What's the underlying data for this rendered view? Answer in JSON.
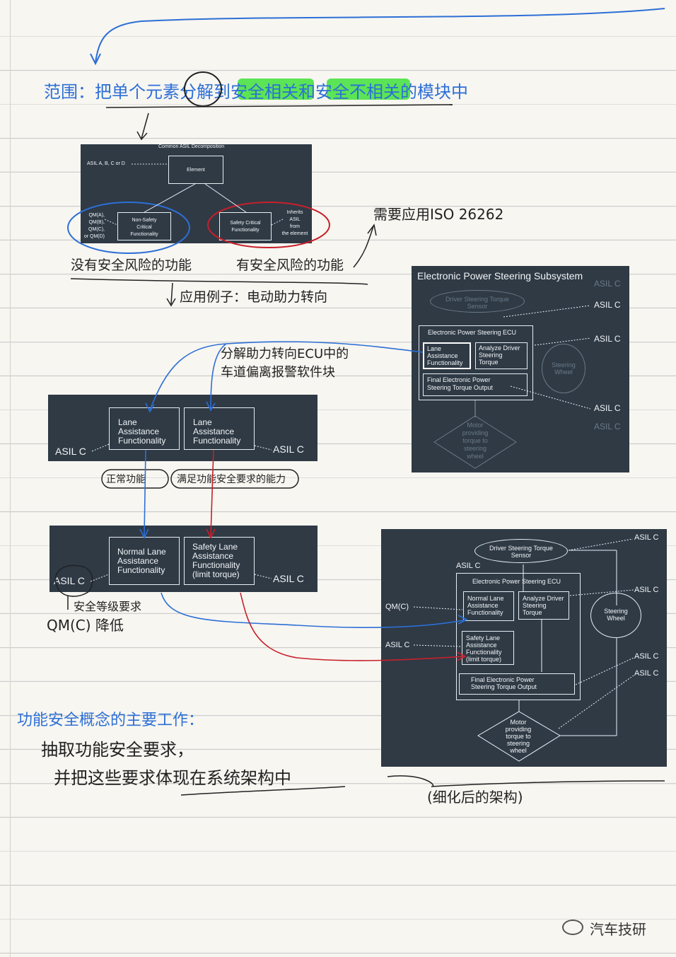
{
  "notes": {
    "scope_text": "范围：把单个元素分解到安全相关和安全不相关的模块中",
    "no_risk": "没有安全风险的功能",
    "has_risk": "有安全风险的功能",
    "need_iso": "需要应用ISO 26262",
    "example": "应用例子：电动助力转向",
    "decompose": "分解助力转向ECU中的",
    "decompose2": "车道偏离报警软件块",
    "normal_func": "正常功能",
    "safety_func": "满足功能安全要求的能力",
    "asil_req": "安全等级要求",
    "qm_lower": "QM(C) 降低",
    "main_work": "功能安全概念的主要工作：",
    "main_work1": "抽取功能安全要求，",
    "main_work2": "并把这些要求体现在系统架构中",
    "refined": "(细化后的架构)",
    "watermark": "汽车技研"
  },
  "d1": {
    "title": "Common ASIL Decomposition",
    "asil_abcd": "ASIL A, B, C or D",
    "element": "Element",
    "qm_list": [
      "QM(A),",
      "QM(B),",
      "QM(C),",
      "or QM(D)"
    ],
    "non_safety": [
      "Non-Safety",
      "Critical",
      "Functionality"
    ],
    "safety_critical": [
      "Safety Critical",
      "Functionality"
    ],
    "inherits": [
      "Inherits",
      "ASIL",
      "from",
      "the element"
    ]
  },
  "d2": {
    "title": "Electronic Power Steering Subsystem",
    "sensor": [
      "Driver Steering Torque",
      "Sensor"
    ],
    "ecu": "Electronic Power Steering ECU",
    "lane": [
      "Lane",
      "Assistance",
      "Functionality"
    ],
    "analyze": [
      "Analyze Driver",
      "Steering",
      "Torque"
    ],
    "final": [
      "Final Electronic Power",
      "Steering Torque Output"
    ],
    "wheel": [
      "Steering",
      "Wheel"
    ],
    "motor": [
      "Motor",
      "providing",
      "torque to",
      "steering",
      "wheel"
    ],
    "asil": [
      "ASIL C",
      "ASIL C",
      "ASIL C",
      "ASIL C",
      "ASIL C"
    ]
  },
  "d3": {
    "box1": [
      "Lane",
      "Assistance",
      "Functionality"
    ],
    "box2": [
      "Lane",
      "Assistance",
      "Functionality"
    ],
    "asil_left": "ASIL C",
    "asil_right": "ASIL C"
  },
  "d4": {
    "box1": [
      "Normal Lane",
      "Assistance",
      "Functionality"
    ],
    "box2": [
      "Safety Lane",
      "Assistance",
      "Functionality",
      "(limit torque)"
    ],
    "asil_left": "ASIL C",
    "asil_right": "ASIL C"
  },
  "d5": {
    "sensor": [
      "Driver Steering Torque",
      "Sensor"
    ],
    "asil_top": "ASIL C",
    "ecu": "Electronic Power Steering ECU",
    "normal": [
      "Normal Lane",
      "Assistance",
      "Functionality"
    ],
    "analyze": [
      "Analyze Driver",
      "Steering",
      "Torque"
    ],
    "safety": [
      "Safety Lane",
      "Assistance",
      "Functionality",
      "(limit torque)"
    ],
    "final": [
      "Final Electronic Power",
      "Steering Torque Output"
    ],
    "wheel": [
      "Steering",
      "Wheel"
    ],
    "motor": [
      "Motor",
      "providing",
      "torque to",
      "steering",
      "wheel"
    ],
    "qm": "QM(C)",
    "asil_c_left": "ASIL C",
    "asil_r1": "ASIL C",
    "asil_r2": "ASIL C",
    "asil_r3": "ASIL C",
    "asil_r4": "ASIL C"
  }
}
